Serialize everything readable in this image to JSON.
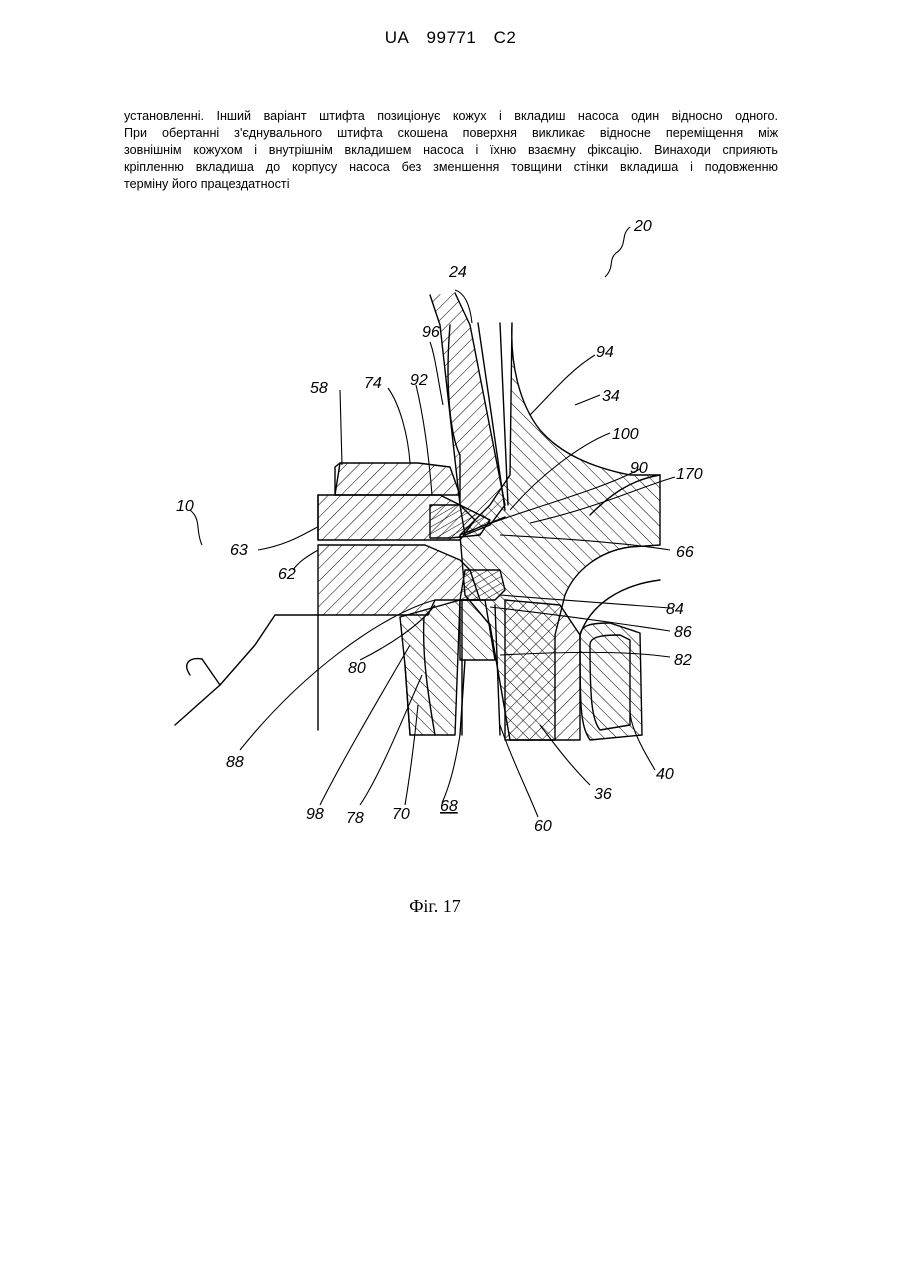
{
  "header": {
    "country": "UA",
    "number": "99771",
    "kind": "C2"
  },
  "paragraph_lines": [
    "установленні. Інший варіант штифта позиціонує кожух і вкладиш насоса один відносно одного.",
    "При обертанні з'єднувального штифта скошена поверхня викликає відносне переміщення між",
    "зовнішнім кожухом і внутрішнім вкладишем насоса і їхню взаємну фіксацію. Винаходи сприяють",
    "кріпленню вкладиша до корпусу насоса без зменшення товщини стінки вкладиша і подовженню",
    "терміну його працездатності"
  ],
  "figure": {
    "labels": {
      "l20": "20",
      "l24": "24",
      "l96": "96",
      "l94": "94",
      "l58": "58",
      "l74": "74",
      "l92": "92",
      "l34": "34",
      "l100": "100",
      "l90": "90",
      "l170": "170",
      "l10": "10",
      "l63": "63",
      "l66": "66",
      "l62": "62",
      "l84": "84",
      "l86": "86",
      "l80": "80",
      "l82": "82",
      "l88": "88",
      "l40": "40",
      "l36": "36",
      "l98": "98",
      "l78": "78",
      "l70": "70",
      "l68": "68",
      "l60": "60"
    },
    "caption": "Фіг. 17"
  }
}
